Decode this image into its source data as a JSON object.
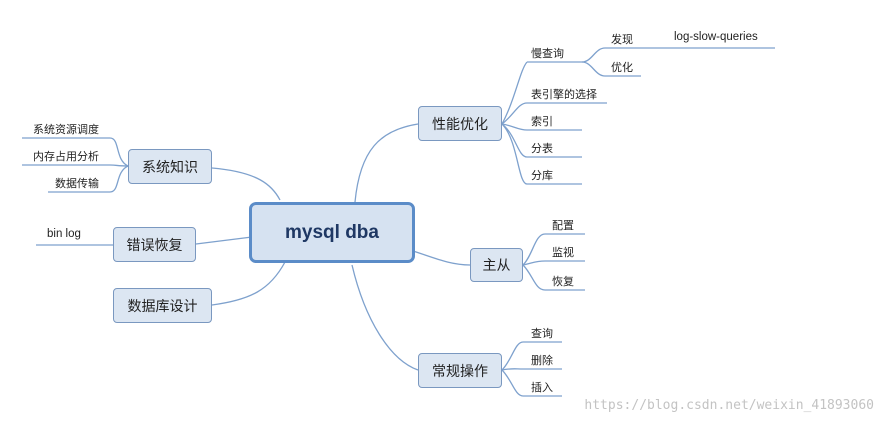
{
  "center": "mysql dba",
  "branches": {
    "perf": {
      "label": "性能优化",
      "slow": {
        "label": "慢查询",
        "find": "发现",
        "find_tool": "log-slow-queries",
        "optimize": "优化"
      },
      "engine": "表引擎的选择",
      "index": "索引",
      "split_table": "分表",
      "split_db": "分库"
    },
    "sys": {
      "label": "系统知识",
      "items": [
        "系统资源调度",
        "内存占用分析",
        "数据传输"
      ]
    },
    "err": {
      "label": "错误恢复",
      "items": [
        "bin log"
      ]
    },
    "design": {
      "label": "数据库设计"
    },
    "ms": {
      "label": "主从",
      "items": [
        "配置",
        "监视",
        "恢复"
      ]
    },
    "ops": {
      "label": "常规操作",
      "items": [
        "查询",
        "删除",
        "插入"
      ]
    }
  },
  "watermark": "https://blog.csdn.net/weixin_41893060",
  "colors": {
    "line": "#7ea1cd",
    "box_fill": "#dce6f2",
    "box_border": "#7a98c0",
    "center_border": "#5b8cc8"
  }
}
